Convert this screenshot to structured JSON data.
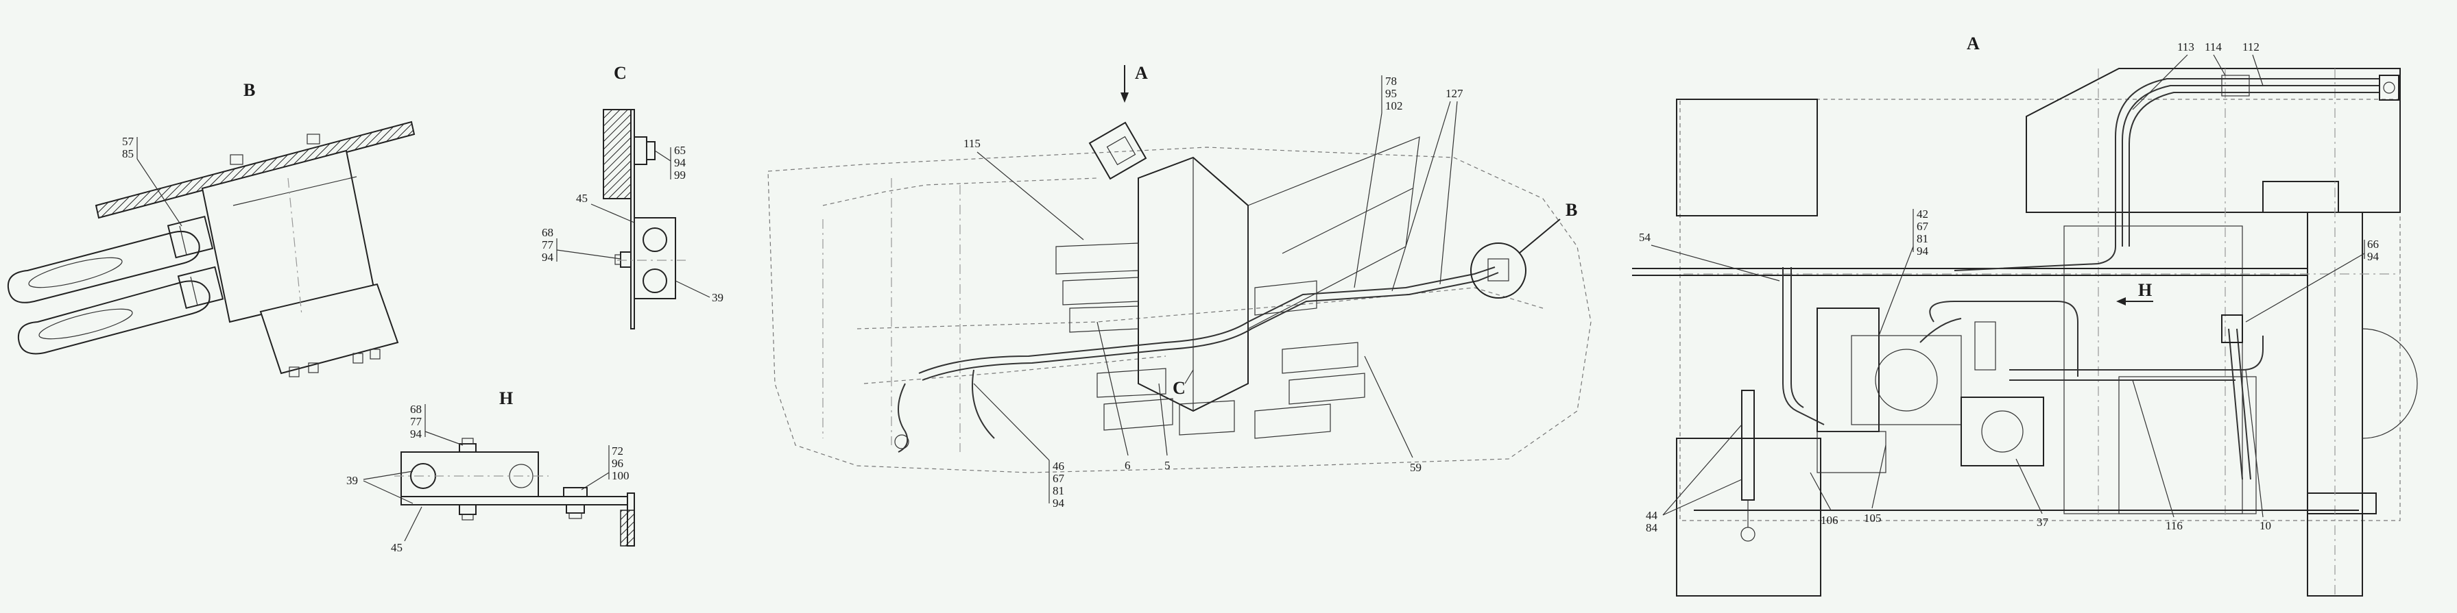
{
  "views": {
    "b": {
      "title": "B",
      "labels": [
        "57",
        "85"
      ]
    },
    "c": {
      "title": "C",
      "labels": [
        "65",
        "94",
        "99",
        "45",
        "68",
        "77",
        "94",
        "39"
      ]
    },
    "h": {
      "title": "H",
      "labels": [
        "68",
        "77",
        "94",
        "39",
        "72",
        "96",
        "100",
        "45"
      ]
    },
    "iso": {
      "labels": [
        "A",
        "115",
        "78",
        "95",
        "102",
        "127",
        "B",
        "C",
        "46",
        "67",
        "81",
        "94",
        "6",
        "5",
        "59"
      ]
    },
    "a": {
      "title": "A",
      "labels": [
        "113",
        "114",
        "112",
        "54",
        "42",
        "67",
        "81",
        "94",
        "66",
        "94",
        "H",
        "44",
        "84",
        "106",
        "105",
        "37",
        "116",
        "10"
      ]
    }
  }
}
